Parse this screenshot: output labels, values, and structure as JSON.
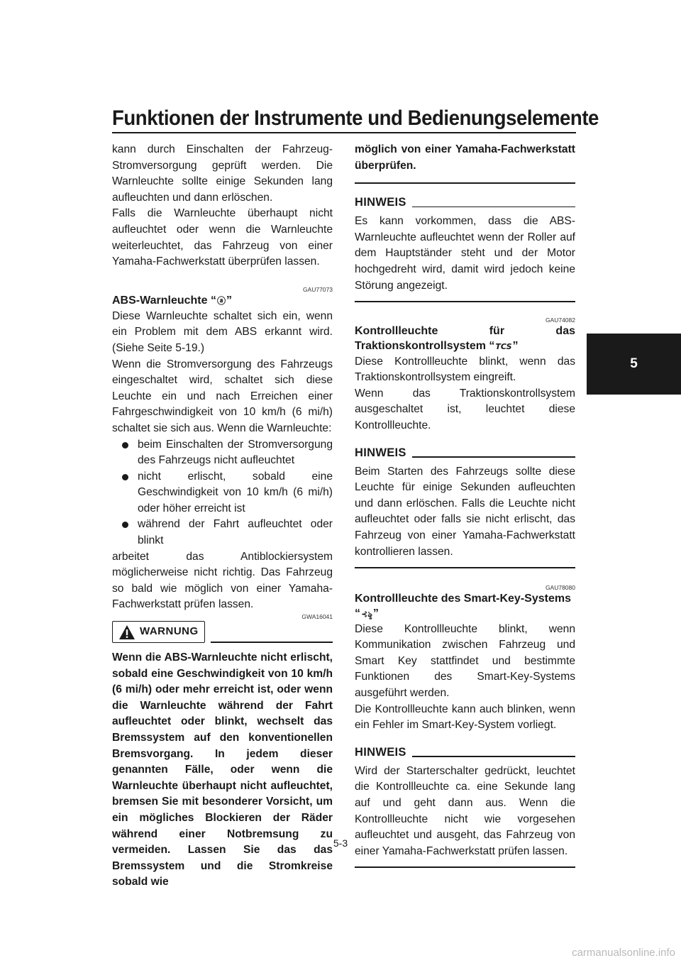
{
  "header": {
    "title": "Funktionen der Instrumente und Bedienungselemente"
  },
  "chapter_tab": "5",
  "left": {
    "intro_p1": "kann durch Einschalten der Fahrzeug-Stromversorgung geprüft werden. Die Warnleuchte sollte einige Sekunden lang aufleuchten und dann erlöschen.",
    "intro_p2": "Falls die Warnleuchte überhaupt nicht aufleuchtet oder wenn die Warnleuchte weiterleuchtet, das Fahrzeug von einer Yamaha-Fachwerkstatt überprüfen lassen.",
    "abs_code": "GAU77073",
    "abs_heading_pre": "ABS-Warnleuchte “",
    "abs_symbol": "ⓐ",
    "abs_heading_post": "”",
    "abs_p1": "Diese Warnleuchte schaltet sich ein, wenn ein Problem mit dem ABS erkannt wird. (Siehe Seite 5-19.)",
    "abs_p2": "Wenn die Stromversorgung des Fahrzeugs eingeschaltet wird, schaltet sich diese Leuchte ein und nach Erreichen einer Fahrgeschwindigkeit von 10 km/h (6 mi/h) schaltet sie sich aus. Wenn die Warnleuchte:",
    "bullets": [
      "beim Einschalten der Stromversorgung des Fahrzeugs nicht aufleuchtet",
      "nicht erlischt, sobald eine Geschwindigkeit von 10 km/h (6 mi/h) oder höher erreicht ist",
      "während der Fahrt aufleuchtet oder blinkt"
    ],
    "abs_p3": "arbeitet das Antiblockiersystem möglicherweise nicht richtig. Das Fahrzeug so bald wie möglich von einer Yamaha-Fachwerkstatt prüfen lassen.",
    "warn_code": "GWA16041",
    "warn_label": "WARNUNG",
    "warn_text": "Wenn die ABS-Warnleuchte nicht erlischt, sobald eine Geschwindigkeit von 10 km/h (6 mi/h) oder mehr erreicht ist, oder wenn die Warnleuchte während der Fahrt aufleuchtet oder blinkt, wechselt das Bremssystem auf den konventionellen Bremsvorgang. In jedem dieser genannten Fälle, oder wenn die Warnleuchte überhaupt nicht aufleuchtet, bremsen Sie mit besonderer Vorsicht, um ein mögliches Blockieren der Räder während einer Notbremsung zu vermeiden. Lassen Sie das das Bremssystem und die Stromkreise sobald wie"
  },
  "right": {
    "warn_cont": "möglich von einer Yamaha-Fachwerkstatt überprüfen.",
    "note1_label": "HINWEIS",
    "note1_text": "Es kann vorkommen, dass die ABS-Warnleuchte aufleuchtet wenn der Roller auf dem Hauptständer steht und der Motor hochgedreht wird, damit wird jedoch keine Störung angezeigt.",
    "tcs_code": "GAU74082",
    "tcs_heading_pre": "Kontrollleuchte für das Traktionskontrollsystem “",
    "tcs_symbol": "TCS",
    "tcs_heading_post": "”",
    "tcs_p1": "Diese Kontrollleuchte blinkt, wenn das Traktionskontrollsystem eingreift.",
    "tcs_p2": "Wenn das Traktionskontrollsystem ausgeschaltet ist, leuchtet diese Kontrollleuchte.",
    "note2_label": "HINWEIS",
    "note2_text": "Beim Starten des Fahrzeugs sollte diese Leuchte für einige Sekunden aufleuchten und dann erlöschen. Falls die Leuchte nicht aufleuchtet oder falls sie nicht erlischt, das Fahrzeug von einer Yamaha-Fachwerkstatt kontrollieren lassen.",
    "sk_code": "GAU78080",
    "sk_heading": "Kontrollleuchte des Smart-Key-Systems",
    "sk_heading2_pre": "“",
    "sk_symbol": "⊰ৡ",
    "sk_heading2_post": "”",
    "sk_p1": "Diese Kontrollleuchte blinkt, wenn Kommunikation zwischen Fahrzeug und Smart Key stattfindet und bestimmte Funktionen des Smart-Key-Systems ausgeführt werden.",
    "sk_p2": "Die Kontrollleuchte kann auch blinken, wenn ein Fehler im Smart-Key-System vorliegt.",
    "note3_label": "HINWEIS",
    "note3_text": "Wird der Starterschalter gedrückt, leuchtet die Kontrollleuchte ca. eine Sekunde lang auf und geht dann aus. Wenn die Kontrollleuchte nicht wie vorgesehen aufleuchtet und ausgeht, das Fahrzeug von einer Yamaha-Fachwerkstatt prüfen lassen."
  },
  "page_number": "5-3",
  "watermark": "carmanualsonline.info"
}
